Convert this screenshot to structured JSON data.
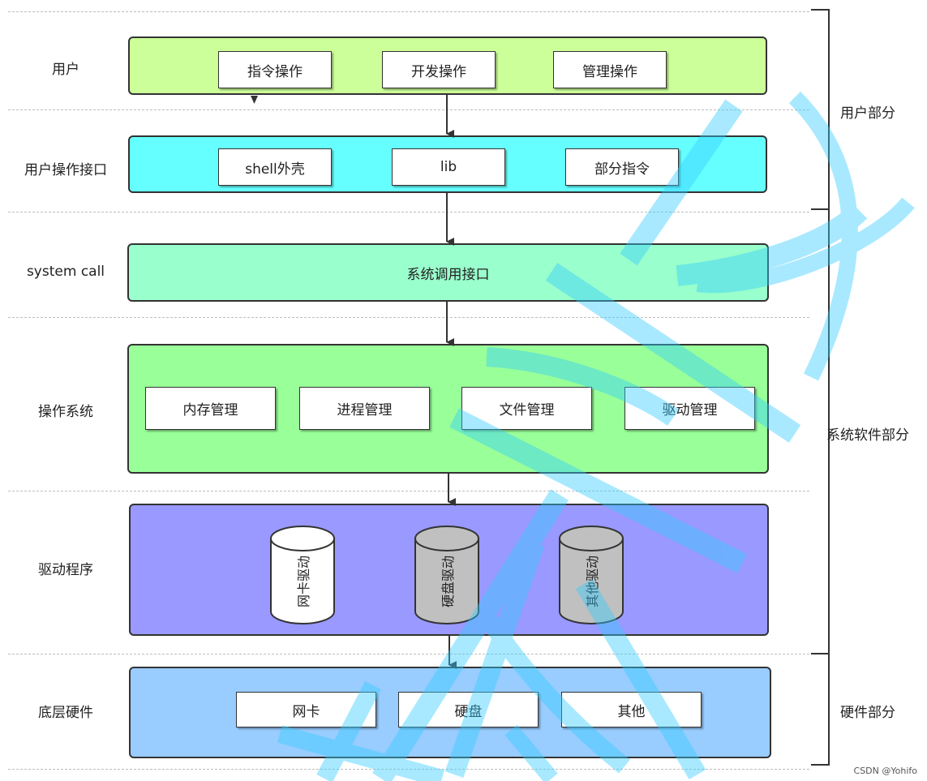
{
  "rows": [
    {
      "label": "用户",
      "band_color": "#ccff99",
      "items": [
        "指令操作",
        "开发操作",
        "管理操作"
      ]
    },
    {
      "label": "用户操作接口",
      "band_color": "#66ffff",
      "items": [
        "shell外壳",
        "lib",
        "部分指令"
      ]
    },
    {
      "label": "system call",
      "band_color": "#99ffcc",
      "items": [
        "系统调用接口"
      ]
    },
    {
      "label": "操作系统",
      "band_color": "#99ff99",
      "items": [
        "内存管理",
        "进程管理",
        "文件管理",
        "驱动管理"
      ]
    },
    {
      "label": "驱动程序",
      "band_color": "#9999ff",
      "drivers": [
        {
          "label": "网卡驱动",
          "fill": "#ffffff"
        },
        {
          "label": "硬盘驱动",
          "fill": "#c0c0c0"
        },
        {
          "label": "其他驱动",
          "fill": "#c0c0c0"
        }
      ]
    },
    {
      "label": "底层硬件",
      "band_color": "#99ccff",
      "items": [
        "网卡",
        "硬盘",
        "其他"
      ]
    }
  ],
  "sections": [
    "用户部分",
    "系统软件部分",
    "硬件部分"
  ],
  "watermark_color": "#33ccff",
  "credit": "CSDN @Yohifo"
}
